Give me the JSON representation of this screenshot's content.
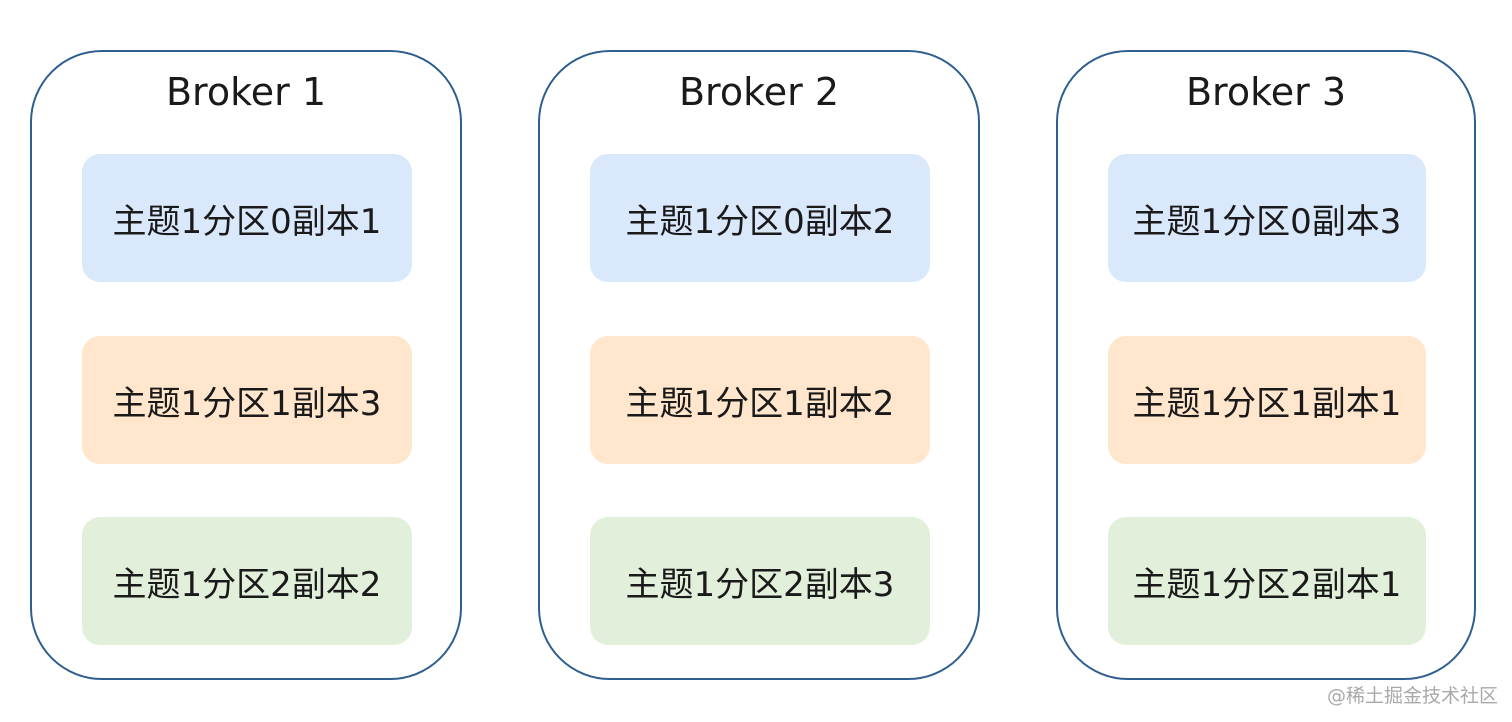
{
  "colors": {
    "border": "#2f5f8f",
    "partition0_fill": "#dae8fc",
    "partition1_fill": "#ffe6cc",
    "partition2_fill": "#e2efda"
  },
  "brokers": [
    {
      "title": "Broker 1",
      "replicas": [
        "主题1分区0副本1",
        "主题1分区1副本3",
        "主题1分区2副本2"
      ]
    },
    {
      "title": "Broker 2",
      "replicas": [
        "主题1分区0副本2",
        "主题1分区1副本2",
        "主题1分区2副本3"
      ]
    },
    {
      "title": "Broker 3",
      "replicas": [
        "主题1分区0副本3",
        "主题1分区1副本1",
        "主题1分区2副本1"
      ]
    }
  ],
  "watermark": "@稀土掘金技术社区"
}
